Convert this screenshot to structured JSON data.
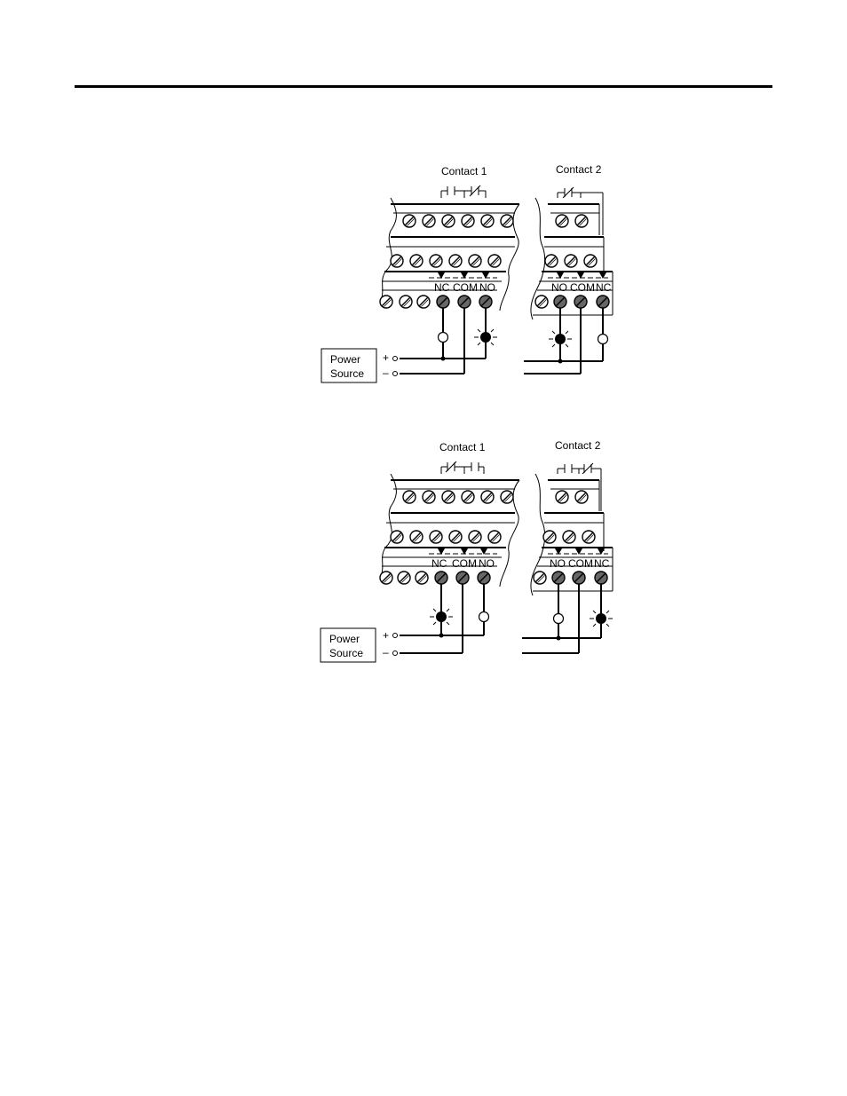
{
  "diagrams": [
    {
      "contact1_label": "Contact 1",
      "contact2_label": "Contact 2",
      "power_source_line1": "Power",
      "power_source_line2": "Source",
      "plus": "+",
      "minus": "–",
      "block1_terminals": [
        "NC",
        "COM",
        "NO"
      ],
      "block2_terminals": [
        "NO",
        "COM",
        "NC"
      ],
      "contact1_lit": "NO",
      "contact2_lit": "NO"
    },
    {
      "contact1_label": "Contact 1",
      "contact2_label": "Contact 2",
      "power_source_line1": "Power",
      "power_source_line2": "Source",
      "plus": "+",
      "minus": "–",
      "block1_terminals": [
        "NC",
        "COM",
        "NO"
      ],
      "block2_terminals": [
        "NO",
        "COM",
        "NC"
      ],
      "contact1_lit": "NC",
      "contact2_lit": "NC"
    }
  ]
}
